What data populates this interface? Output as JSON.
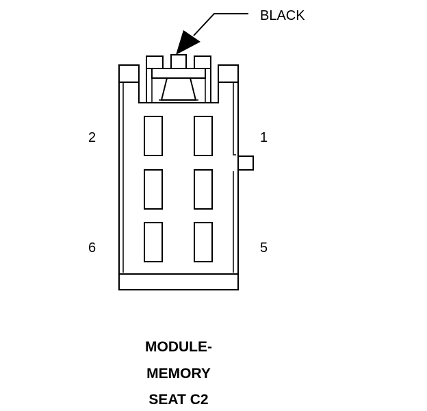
{
  "callout": {
    "color_label": "BLACK"
  },
  "pins": {
    "top_left": "2",
    "top_right": "1",
    "bottom_left": "6",
    "bottom_right": "5"
  },
  "title": {
    "line1": "MODULE-",
    "line2": "MEMORY",
    "line3": "SEAT C2"
  }
}
